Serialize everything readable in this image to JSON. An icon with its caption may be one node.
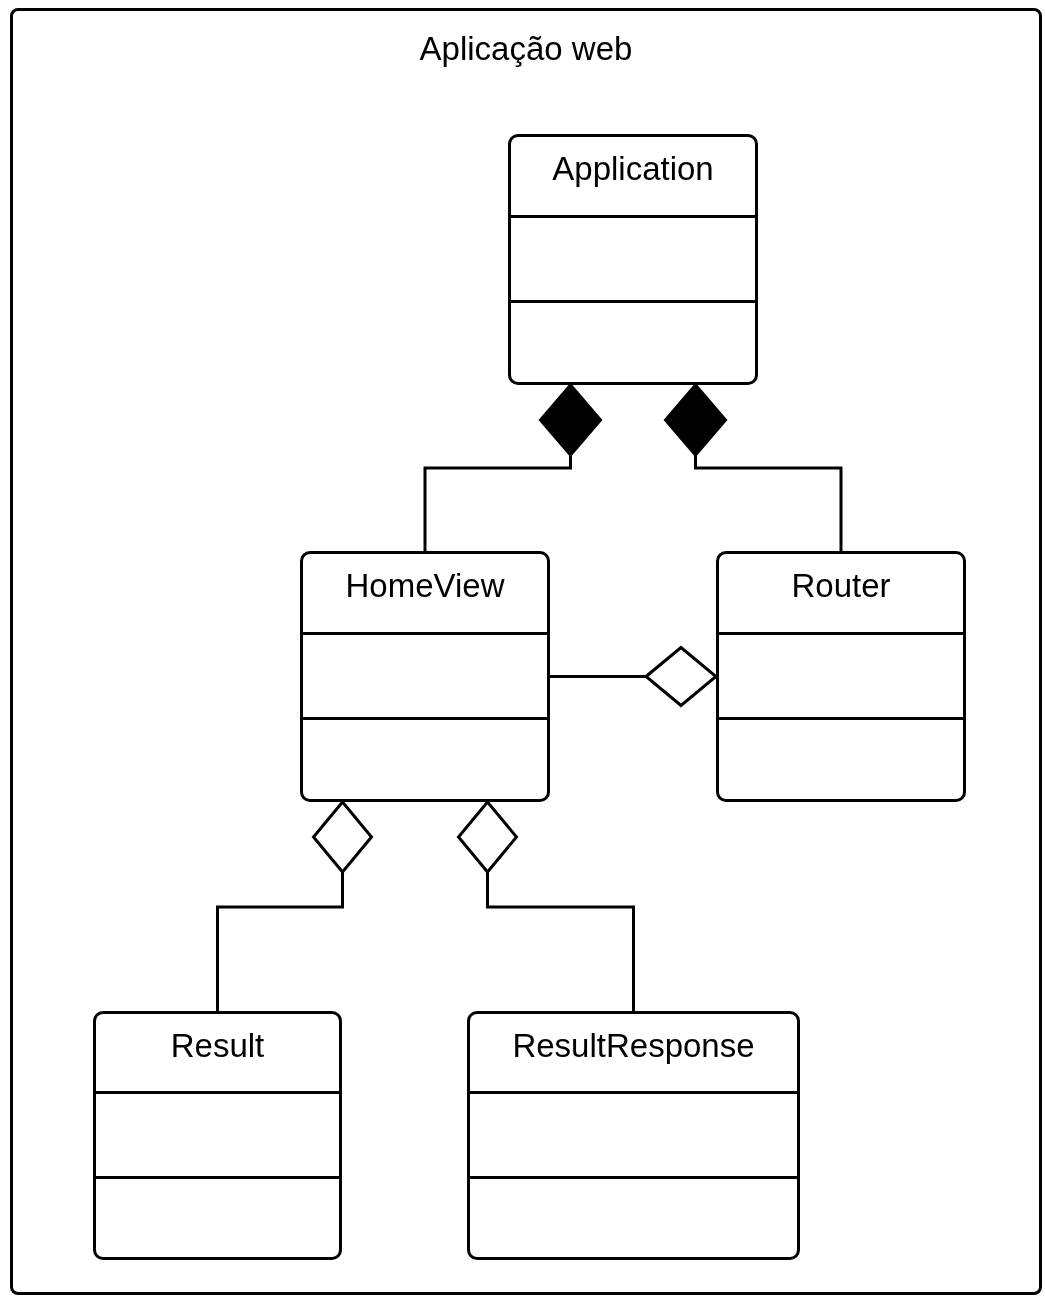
{
  "diagram": {
    "nodes": [
      {
        "text": [
          "Aplicação web"
        ]
      },
      {
        "text": [
          "Application"
        ],
        "in": 0
      },
      {
        "text": [
          "HomeView"
        ],
        "in": 0
      },
      {
        "text": [
          "Router"
        ],
        "in": 0
      },
      {
        "text": [
          "Result"
        ],
        "in": 0
      },
      {
        "text": [
          "ResultResponse"
        ],
        "in": 0
      }
    ],
    "edges": [
      {
        "from": 2,
        "to": 1,
        "arrow": "other"
      },
      {
        "from": 3,
        "to": 1,
        "arrow": "other"
      },
      {
        "from": 2,
        "to": 3,
        "arrow": "other"
      },
      {
        "from": 4,
        "to": 2,
        "arrow": "other"
      },
      {
        "from": 5,
        "to": 2,
        "arrow": "other"
      }
    ]
  }
}
